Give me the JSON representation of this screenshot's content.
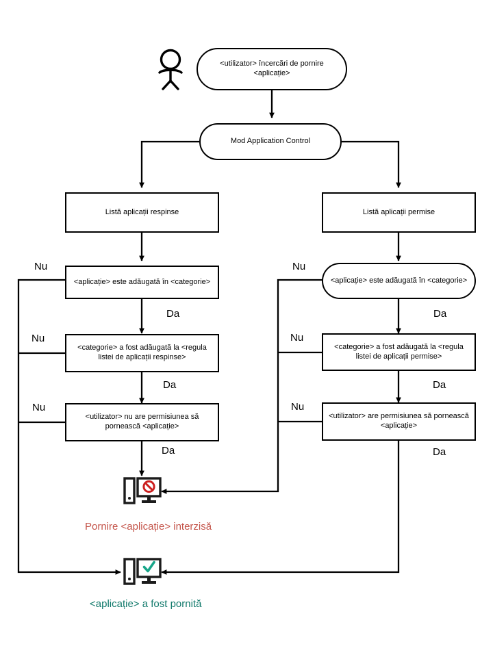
{
  "diagram": {
    "title": "Application Control flowchart",
    "actor": {
      "name": "user-actor"
    },
    "nodes": {
      "start": {
        "label": "<utilizator> încercări de pornire <aplicație>",
        "shape": "stadium"
      },
      "mode": {
        "label": "Mod Application Control",
        "shape": "stadium"
      },
      "denied_list": {
        "label": "Listă aplicații respinse",
        "shape": "rect"
      },
      "allowed_list": {
        "label": "Listă aplicații permise",
        "shape": "rect"
      },
      "left_cat": {
        "label": "<aplicație> este adăugată în <categorie>",
        "shape": "rect"
      },
      "left_rule": {
        "label": "<categorie> a fost adăugată la <regula listei de aplicații respinse>",
        "shape": "rect"
      },
      "left_perm": {
        "label": "<utilizator> nu are permisiunea să pornească <aplicație>",
        "shape": "rect"
      },
      "right_cat": {
        "label": "<aplicație> este adăugată în <categorie>",
        "shape": "stadium"
      },
      "right_rule": {
        "label": "<categorie> a fost adăugată la <regula listei de aplicații permise>",
        "shape": "rect"
      },
      "right_perm": {
        "label": "<utilizator> are permisiunea să pornească <aplicație>",
        "shape": "rect"
      }
    },
    "edge_labels": {
      "no": "Nu",
      "yes": "Da",
      "left_no_1": "Nu",
      "left_no_2": "Nu",
      "left_no_3": "Nu",
      "left_yes_1": "Da",
      "left_yes_2": "Da",
      "left_yes_3": "Da",
      "right_no_1": "Nu",
      "right_no_2": "Nu",
      "right_no_3": "Nu",
      "right_yes_1": "Da",
      "right_yes_2": "Da",
      "right_yes_3": "Da"
    },
    "outcomes": {
      "denied": {
        "caption": "Pornire <aplicație> interzisă",
        "color": "#c4544a",
        "icon": "computer-blocked-icon"
      },
      "allowed": {
        "caption": "<aplicație> a fost pornită",
        "color": "#11796b",
        "icon": "computer-check-icon"
      }
    },
    "colors": {
      "stroke": "#000000",
      "denied": "#c4544a",
      "denied_icon": "#cc1f1f",
      "allowed": "#11796b",
      "allowed_icon": "#17a589",
      "background": "#ffffff"
    }
  }
}
